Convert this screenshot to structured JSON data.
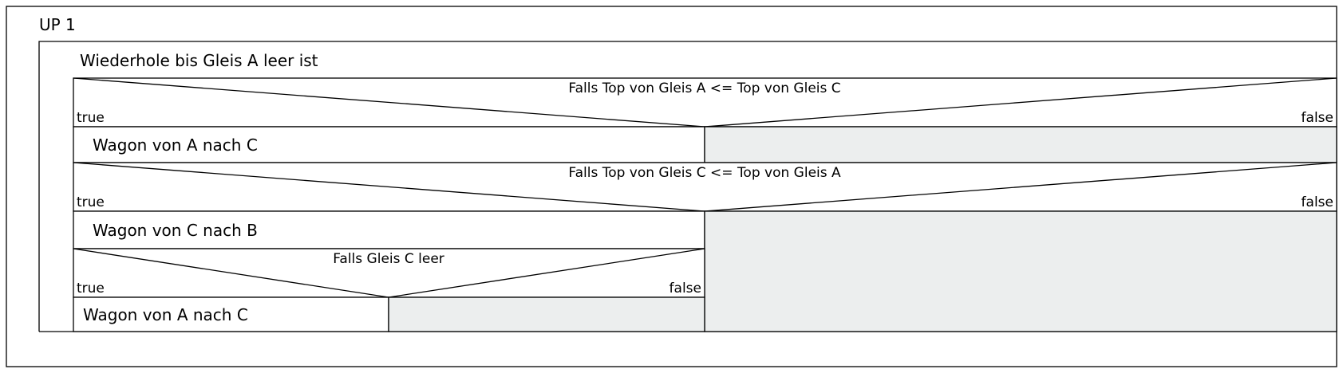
{
  "procedure": {
    "title": "UP 1",
    "loop": {
      "label": "Wiederhole bis Gleis A leer ist",
      "steps": [
        {
          "type": "if",
          "condition": "Falls Top von Gleis A <= Top von Gleis C",
          "true_label": "true",
          "false_label": "false",
          "true_branch": [
            "Wagon von A nach C"
          ],
          "false_branch": []
        },
        {
          "type": "if",
          "condition": "Falls Top von Gleis C <= Top von Gleis A",
          "true_label": "true",
          "false_label": "false",
          "true_branch": [
            "Wagon von C nach B",
            {
              "type": "if",
              "condition": "Falls Gleis C leer",
              "true_label": "true",
              "false_label": "false",
              "true_branch": [
                "Wagon von A nach C"
              ],
              "false_branch": []
            }
          ],
          "false_branch": []
        }
      ]
    }
  },
  "colors": {
    "empty_branch": "#eceeee",
    "line": "#000000",
    "background": "#ffffff"
  }
}
